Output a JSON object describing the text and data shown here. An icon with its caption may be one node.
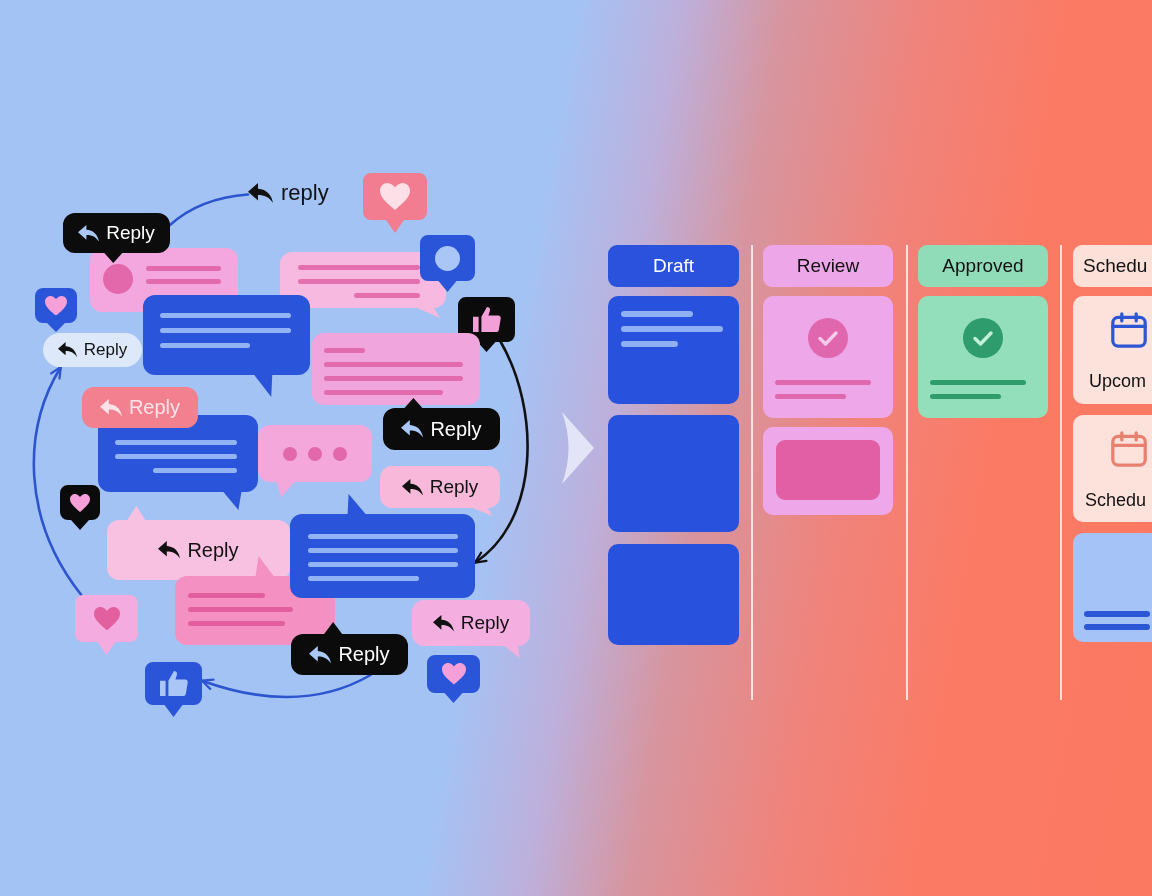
{
  "diagram": {
    "nodes": [
      {
        "text": [
          "reply"
        ]
      },
      {
        "text": [],
        "shape": "picture"
      },
      {
        "text": [
          "Reply"
        ]
      },
      {
        "text": [],
        "shape": "bubble"
      },
      {
        "text": [],
        "shape": "bubble"
      },
      {
        "text": [],
        "shape": "picture"
      },
      {
        "text": [],
        "shape": "picture"
      },
      {
        "text": [],
        "shape": "bubble"
      },
      {
        "text": [],
        "shape": "picture"
      },
      {
        "text": [
          "Reply"
        ]
      },
      {
        "text": [],
        "shape": "bubble"
      },
      {
        "text": [
          "Reply"
        ]
      },
      {
        "text": [
          "Reply"
        ]
      },
      {
        "text": [],
        "shape": "bubble"
      },
      {
        "text": [],
        "shape": "bubble"
      },
      {
        "text": [
          "Reply"
        ]
      },
      {
        "text": [],
        "shape": "picture"
      },
      {
        "text": [
          "Reply"
        ]
      },
      {
        "text": [],
        "shape": "bubble"
      },
      {
        "text": [],
        "shape": "bubble"
      },
      {
        "text": [
          "Reply"
        ]
      },
      {
        "text": [],
        "shape": "picture"
      },
      {
        "text": [
          "Reply"
        ]
      },
      {
        "text": [],
        "shape": "picture"
      },
      {
        "text": [],
        "shape": "picture"
      },
      {
        "text": [
          "Draft"
        ]
      },
      {
        "text": [],
        "shape": "box"
      },
      {
        "text": [],
        "shape": "box"
      },
      {
        "text": [],
        "shape": "box"
      },
      {
        "text": [
          "Review"
        ]
      },
      {
        "text": [],
        "shape": "box"
      },
      {
        "text": [],
        "shape": "box"
      },
      {
        "text": [
          "Approved"
        ]
      },
      {
        "text": [],
        "shape": "box"
      },
      {
        "text": [
          "Schedu"
        ]
      },
      {
        "text": [
          "Upcom"
        ]
      },
      {
        "text": [
          "Schedu"
        ]
      },
      {
        "text": [],
        "shape": "box"
      }
    ],
    "edges": [
      {
        "from": 2,
        "to": 0,
        "arrow": "none"
      },
      {
        "from": 8,
        "to": 18,
        "arrow": "to",
        "color": "#111111"
      },
      {
        "from": 22,
        "to": 24,
        "arrow": "to"
      },
      {
        "from": 21,
        "to": 9,
        "arrow": "to"
      }
    ]
  }
}
